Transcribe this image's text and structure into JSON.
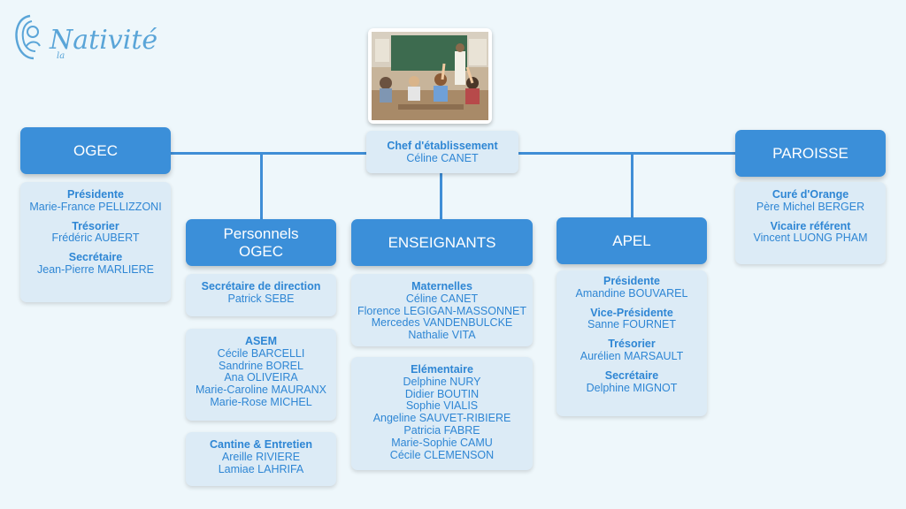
{
  "logo": {
    "prefix": "la",
    "text": "Nativité"
  },
  "chef": {
    "role": "Chef d'établissement",
    "name": "Céline CANET"
  },
  "branches": {
    "ogec": {
      "title": "OGEC",
      "groups": [
        {
          "role": "Présidente",
          "names": [
            "Marie-France PELLIZZONI"
          ]
        },
        {
          "role": "Trésorier",
          "names": [
            "Frédéric AUBERT"
          ]
        },
        {
          "role": "Secrétaire",
          "names": [
            "Jean-Pierre MARLIERE"
          ]
        }
      ]
    },
    "personnels": {
      "title_line1": "Personnels",
      "title_line2": "OGEC",
      "cards": [
        {
          "role": "Secrétaire de direction",
          "names": [
            "Patrick SEBE"
          ]
        },
        {
          "role": "ASEM",
          "names": [
            "Cécile BARCELLI",
            "Sandrine BOREL",
            "Ana OLIVEIRA",
            "Marie-Caroline MAURANX",
            "Marie-Rose MICHEL"
          ]
        },
        {
          "role": "Cantine & Entretien",
          "names": [
            "Areille RIVIERE",
            "Lamiae LAHRIFA"
          ]
        }
      ]
    },
    "enseignants": {
      "title": "ENSEIGNANTS",
      "cards": [
        {
          "role": "Maternelles",
          "names": [
            "Céline CANET",
            "Florence LEGIGAN-MASSONNET",
            "Mercedes VANDENBULCKE",
            "Nathalie VITA"
          ]
        },
        {
          "role": "Elémentaire",
          "names": [
            "Delphine NURY",
            "Didier BOUTIN",
            "Sophie VIALIS",
            "Angeline SAUVET-RIBIERE",
            "Patricia FABRE",
            "Marie-Sophie CAMU",
            "Cécile CLEMENSON"
          ]
        }
      ]
    },
    "apel": {
      "title": "APEL",
      "groups": [
        {
          "role": "Présidente",
          "names": [
            "Amandine BOUVAREL"
          ]
        },
        {
          "role": "Vice-Présidente",
          "names": [
            "Sanne FOURNET"
          ]
        },
        {
          "role": "Trésorier",
          "names": [
            "Aurélien MARSAULT"
          ]
        },
        {
          "role": "Secrétaire",
          "names": [
            "Delphine MIGNOT"
          ]
        }
      ]
    },
    "paroisse": {
      "title": "PAROISSE",
      "groups": [
        {
          "role": "Curé d'Orange",
          "names": [
            "Père Michel BERGER"
          ]
        },
        {
          "role": "Vicaire référent",
          "names": [
            "Vincent LUONG PHAM"
          ]
        }
      ]
    }
  },
  "colors": {
    "accent": "#3b8fd9",
    "card_bg": "#dcebf6",
    "text": "#2e86d4",
    "background": "#eef7fb"
  }
}
